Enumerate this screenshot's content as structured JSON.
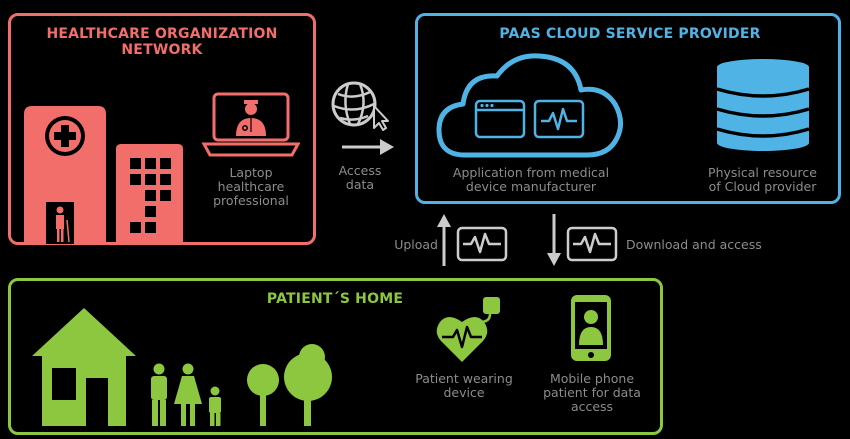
{
  "healthcare": {
    "title_line1": "HEALTHCARE ORGANIZATION",
    "title_line2": "NETWORK",
    "laptop_label_line1": "Laptop",
    "laptop_label_line2": "healthcare",
    "laptop_label_line3": "professional"
  },
  "cloud": {
    "title": "PAAS CLOUD SERVICE PROVIDER",
    "app_label_line1": "Application from medical",
    "app_label_line2": "device manufacturer",
    "resource_label_line1": "Physical resource",
    "resource_label_line2": "of Cloud provider"
  },
  "access": {
    "line1": "Access",
    "line2": "data"
  },
  "upload_label": "Upload",
  "download_label": "Download and access",
  "home": {
    "title": "PATIENT´S HOME",
    "device_label_line1": "Patient wearing",
    "device_label_line2": "device",
    "phone_label_line1": "Mobile phone",
    "phone_label_line2": "patient for data",
    "phone_label_line3": "access"
  },
  "colors": {
    "healthcare": "#f26e6a",
    "cloud": "#4fb3e6",
    "home": "#8dc63f",
    "neutral": "#cccccc",
    "caption": "#8c8c8c"
  },
  "icons": [
    "hospital-icon",
    "laptop-doctor-icon",
    "globe-cursor-icon",
    "cloud-icon",
    "browser-window-icon",
    "ecg-window-icon",
    "database-icon",
    "house-icon",
    "family-icon",
    "tree-icon",
    "heart-device-icon",
    "mobile-phone-icon",
    "ecg-signal-icon"
  ]
}
